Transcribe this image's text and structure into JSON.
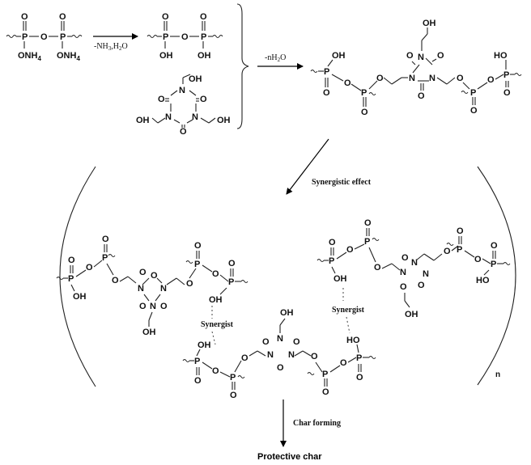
{
  "atoms": {
    "p": "P",
    "o": "O",
    "oh": "OH",
    "ho": "HO",
    "n": "N",
    "onh4": "ONH",
    "sub4": "4"
  },
  "labels": {
    "step1": "-NH",
    "step1_sub": "3",
    "step1_rest": ",H",
    "step1_sub2": "2",
    "step1_end": "O",
    "step2": "-nH",
    "step2_sub": "2",
    "step2_end": "O",
    "synergistic_effect": "Synergistic effect",
    "synergist": "Synergist",
    "char_forming": "Char forming",
    "protective_char": "Protective  char",
    "repeat_n": "n"
  }
}
